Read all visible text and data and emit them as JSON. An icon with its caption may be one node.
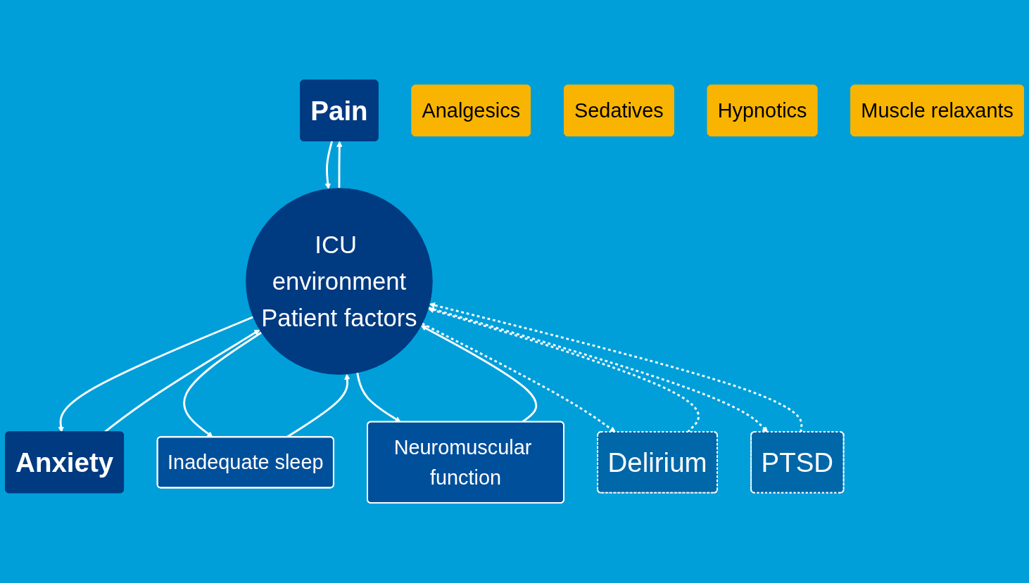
{
  "diagram": {
    "nodes": [
      {
        "text": [
          "Pain"
        ]
      },
      {
        "text": [
          "Analgesics"
        ]
      },
      {
        "text": [
          "Anxiety"
        ]
      },
      {
        "text": [
          "Sedatives"
        ]
      },
      {
        "text": [
          "Inadequate sleep"
        ]
      },
      {
        "text": [
          "Hypnotics"
        ]
      },
      {
        "text": [
          "ICU environment",
          "Patient factors"
        ]
      },
      {
        "text": [
          "Neuromuscular function"
        ]
      },
      {
        "text": [
          "Muscle relaxants"
        ]
      },
      {
        "text": [
          "Delirium"
        ]
      },
      {
        "text": [
          "PTSD"
        ]
      }
    ],
    "edges": [
      {
        "from": 0,
        "to": 6,
        "arrow": "to"
      },
      {
        "from": 6,
        "to": 0,
        "arrow": "to"
      },
      {
        "from": 6,
        "to": 2,
        "arrow": "to"
      },
      {
        "from": 2,
        "to": 6,
        "arrow": "to"
      },
      {
        "from": 4,
        "to": 6,
        "arrow": "to"
      },
      {
        "from": 6,
        "to": 4,
        "arrow": "to"
      },
      {
        "from": 6,
        "to": 7,
        "arrow": "to"
      },
      {
        "from": 7,
        "to": 6,
        "arrow": "to"
      },
      {
        "from": 6,
        "to": 9,
        "arrow": "to",
        "style": "dashed"
      },
      {
        "from": 9,
        "to": 6,
        "arrow": "to",
        "style": "dashed"
      },
      {
        "from": 6,
        "to": 10,
        "arrow": "to",
        "style": "dashed"
      },
      {
        "from": 10,
        "to": 6,
        "arrow": "to",
        "style": "dashed"
      }
    ]
  }
}
